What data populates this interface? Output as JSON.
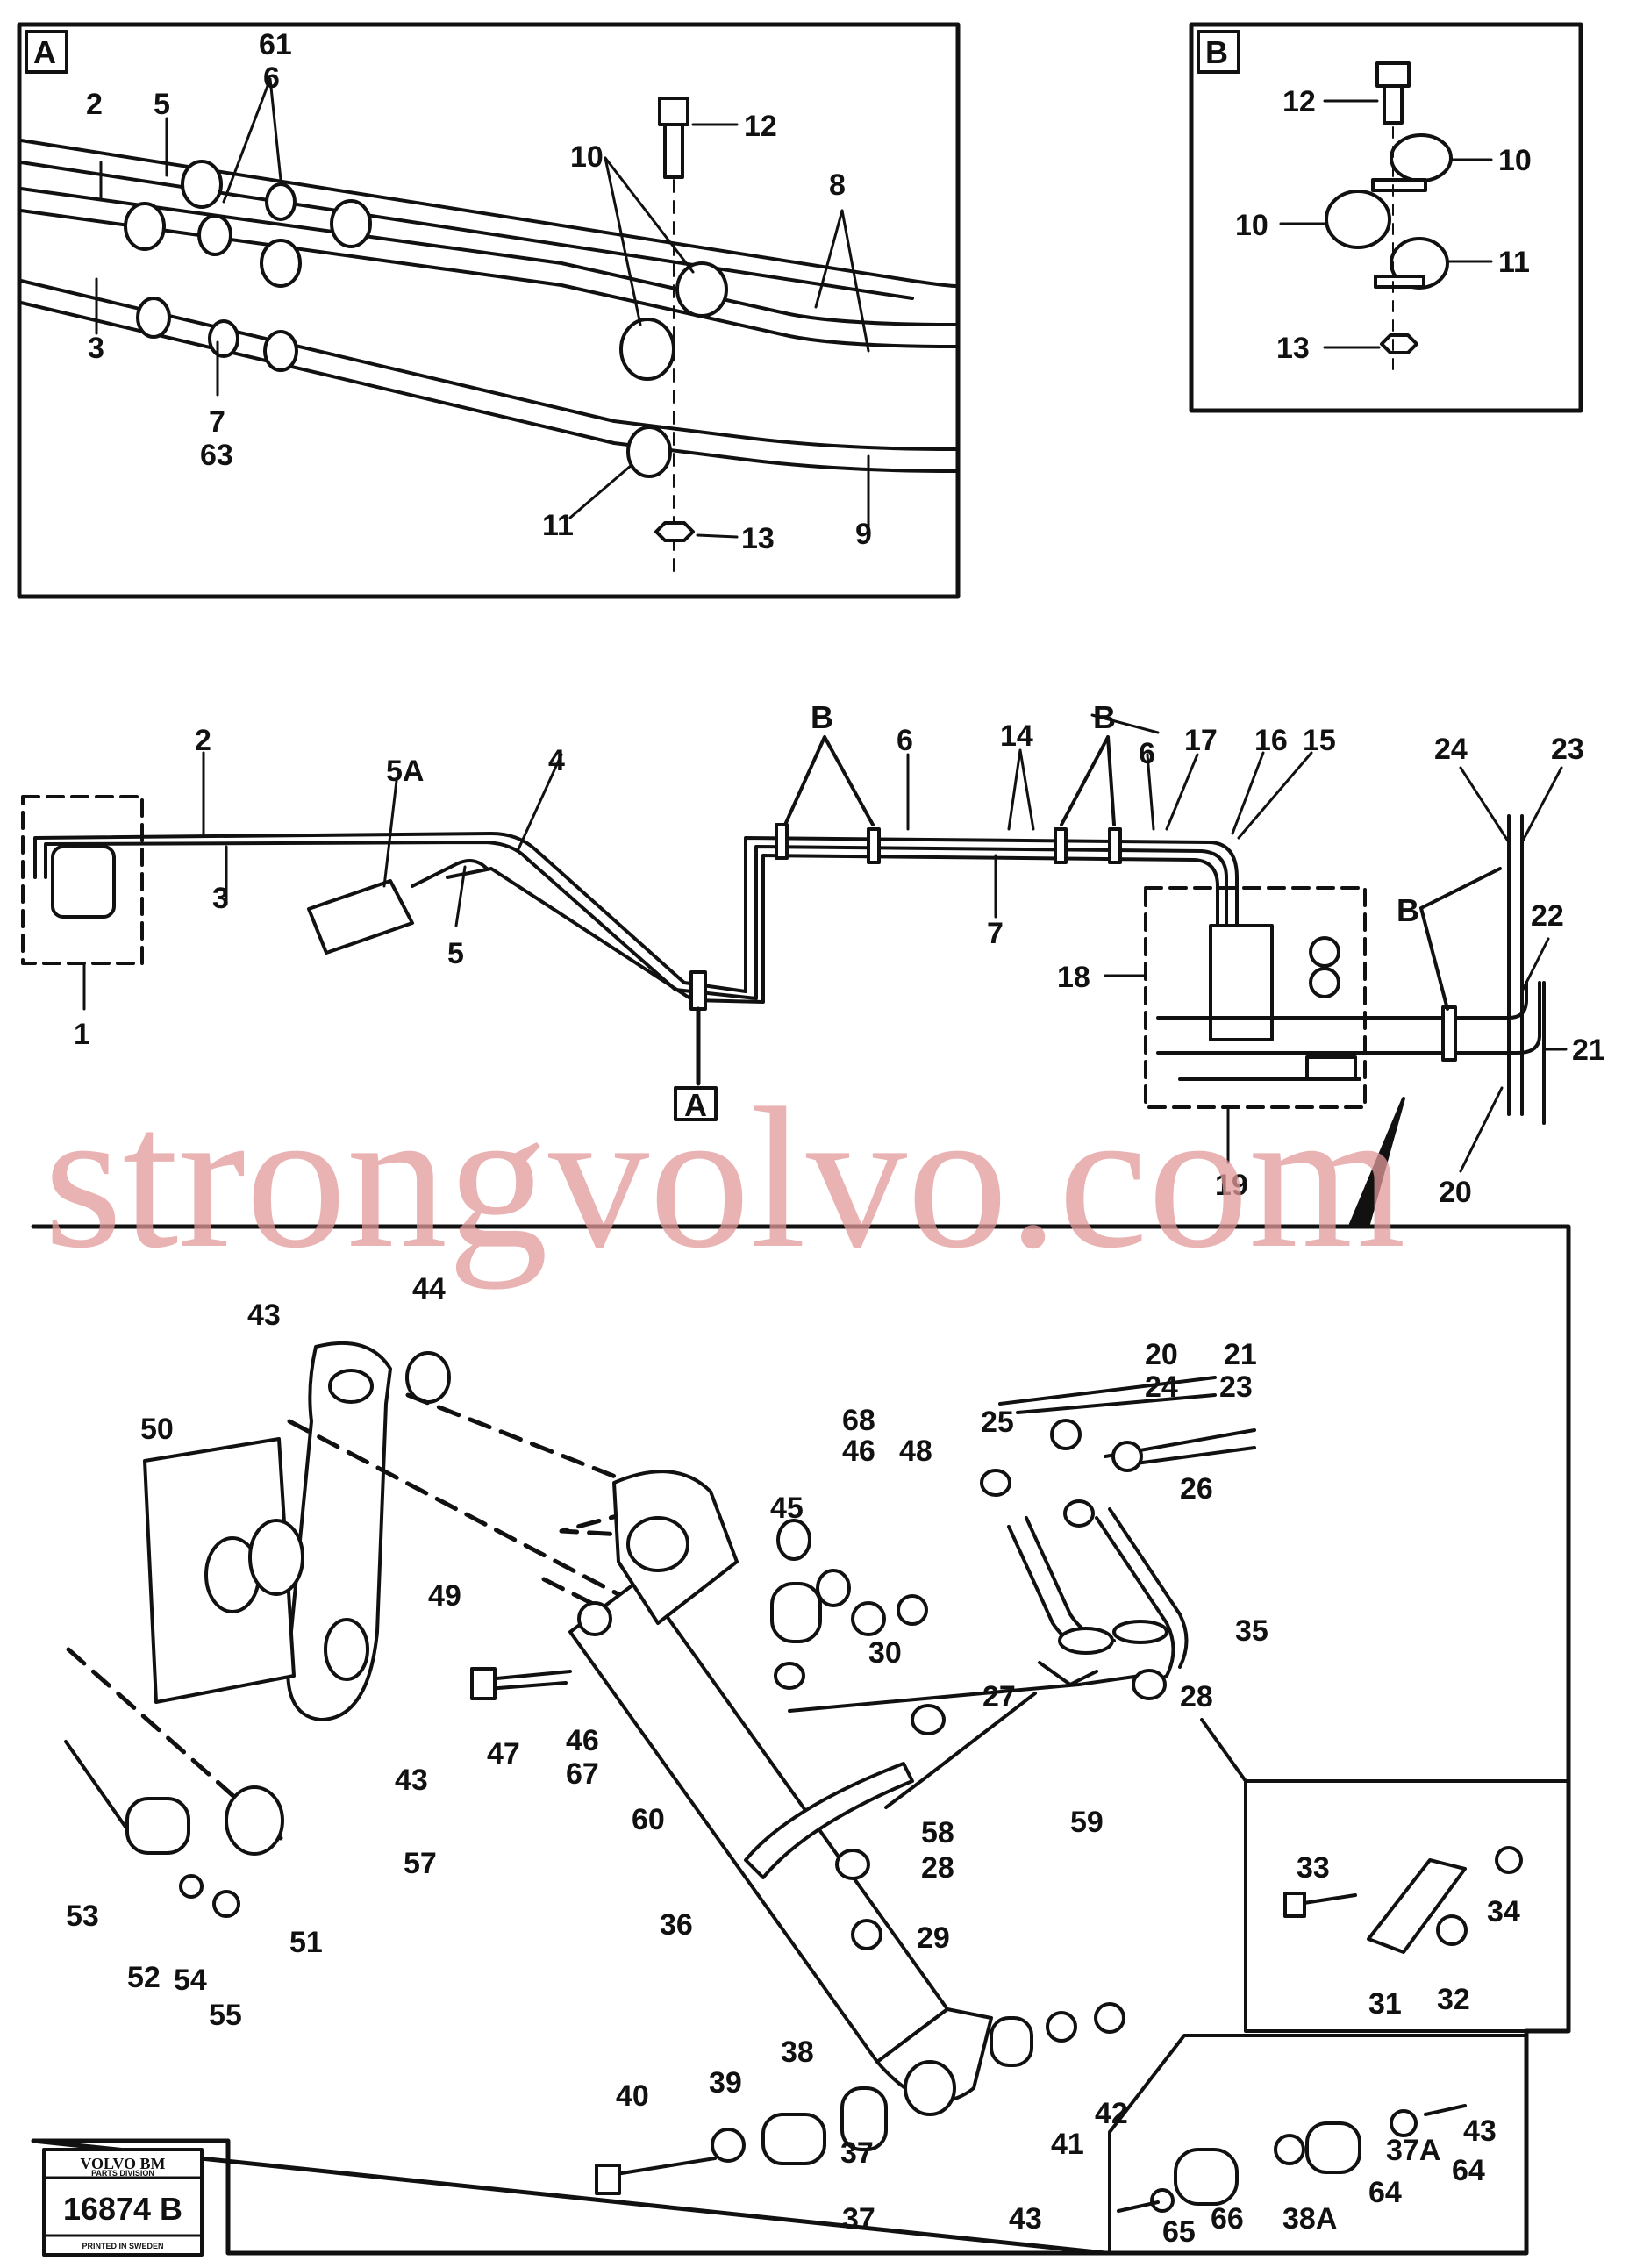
{
  "detail_A": {
    "label": "A",
    "callouts": [
      "61",
      "6",
      "2",
      "5",
      "12",
      "10",
      "8",
      "3",
      "7",
      "63",
      "11",
      "13",
      "9"
    ]
  },
  "detail_B": {
    "label": "B",
    "callouts": [
      "12",
      "10",
      "10",
      "11",
      "13"
    ]
  },
  "overview": {
    "callouts": [
      "2",
      "5A",
      "4",
      "B",
      "6",
      "14",
      "B",
      "6",
      "17",
      "16",
      "15",
      "24",
      "23",
      "3",
      "7",
      "18",
      "B",
      "22",
      "5",
      "1",
      "21",
      "A",
      "19",
      "20"
    ]
  },
  "lower_assembly": {
    "callouts": [
      "43",
      "44",
      "20",
      "24",
      "21",
      "23",
      "50",
      "25",
      "68",
      "46",
      "48",
      "45",
      "26",
      "49",
      "30",
      "35",
      "47",
      "46",
      "67",
      "27",
      "28",
      "43",
      "57",
      "59",
      "58",
      "28",
      "60",
      "36",
      "29",
      "53",
      "51",
      "52",
      "54",
      "55",
      "33",
      "34",
      "31",
      "32",
      "38",
      "39",
      "40",
      "37",
      "41",
      "42",
      "37",
      "43",
      "43",
      "64",
      "64",
      "37A",
      "66",
      "38A",
      "65"
    ]
  },
  "watermark": "strongvolvo.com",
  "stamp": {
    "brand": "VOLVO BM",
    "division": "PARTS DIVISION",
    "number": "16874 B",
    "printed": "PRINTED IN SWEDEN"
  }
}
